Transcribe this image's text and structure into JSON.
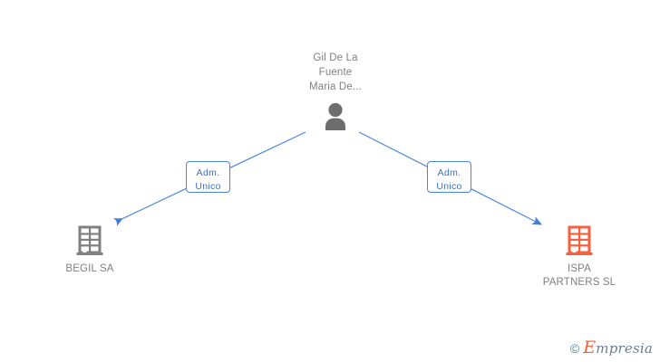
{
  "diagram": {
    "type": "org-relationship-graph",
    "background_color": "#ffffff",
    "edge_color": "#4a86dc",
    "person_color": "#808080",
    "company_active_color": "#f4613c",
    "company_inactive_color": "#808080",
    "person": {
      "name": "Gil De La\nFuente\nMaria De...",
      "icon": "person-icon",
      "color": "#808080"
    },
    "relationships": [
      {
        "label": "Adm.\nUnico",
        "from": "person",
        "to": "BEGIL SA",
        "direction": "left",
        "color": "#4a86dc"
      },
      {
        "label": "Adm.\nUnico",
        "from": "person",
        "to": "ISPA PARTNERS SL",
        "direction": "right",
        "color": "#4a86dc"
      }
    ],
    "companies": [
      {
        "name": "BEGIL SA",
        "icon": "building-icon",
        "color": "#808080",
        "position": "left"
      },
      {
        "name": "ISPA\nPARTNERS SL",
        "icon": "building-icon",
        "color": "#f4613c",
        "position": "right"
      }
    ]
  },
  "watermark": {
    "copyright_symbol": "©",
    "brand_initial": "E",
    "brand_rest": "mpresia",
    "brand_color": "#f4613c",
    "text_color": "#6d7f8c"
  }
}
